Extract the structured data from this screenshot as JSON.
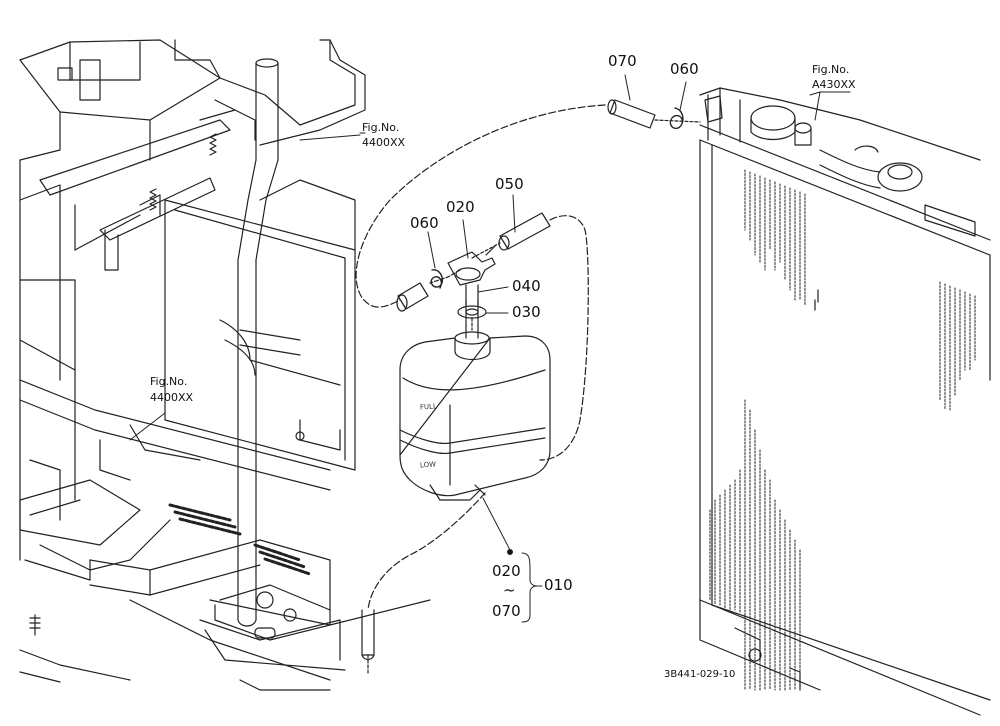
{
  "parts": {
    "p070_top": "070",
    "p060_top": "060",
    "p050": "050",
    "p020": "020",
    "p060_mid": "060",
    "p040": "040",
    "p030": "030",
    "kit_from": "020",
    "kit_tilde": "~",
    "kit_to": "070",
    "kit_assembly": "010"
  },
  "figures": {
    "fig_label": "Fig.No.",
    "ref_top_center": "4400XX",
    "ref_left": "4400XX",
    "ref_top_right": "A430XX"
  },
  "tank_marks": {
    "full": "FULL",
    "low": "LOW"
  },
  "drawing_code": "3B441-029-10"
}
